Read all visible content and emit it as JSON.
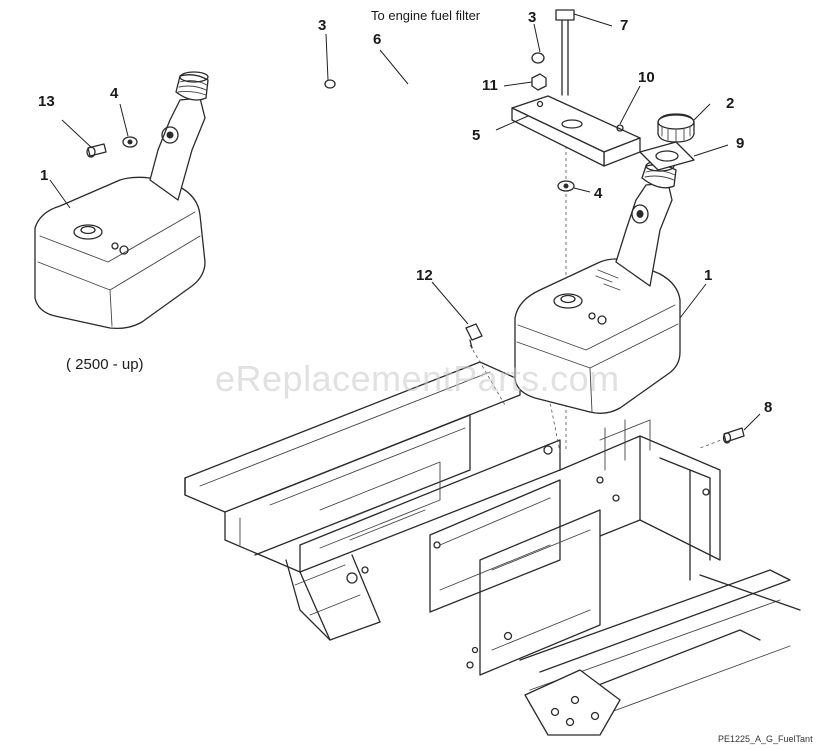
{
  "diagram": {
    "callouts": {
      "fuel_line_note": "To engine fuel filter",
      "variant_note": "( 2500 - up)",
      "drawing_ref": "PE1225_A_G_FuelTant"
    },
    "watermark": "eReplacementParts.com",
    "parts": [
      {
        "num": "1",
        "desc": "fuel tank (variant, left)"
      },
      {
        "num": "1",
        "desc": "fuel tank (main)"
      },
      {
        "num": "2",
        "desc": "fuel cap"
      },
      {
        "num": "3",
        "desc": "hose clamp (left)"
      },
      {
        "num": "3",
        "desc": "hose clamp (right)"
      },
      {
        "num": "4",
        "desc": "washer (left)"
      },
      {
        "num": "4",
        "desc": "washer (center)"
      },
      {
        "num": "5",
        "desc": "tank bracket"
      },
      {
        "num": "6",
        "desc": "fuel line"
      },
      {
        "num": "7",
        "desc": "bolt (top)"
      },
      {
        "num": "8",
        "desc": "bolt (frame)"
      },
      {
        "num": "9",
        "desc": "cap gasket"
      },
      {
        "num": "10",
        "desc": "bracket nut"
      },
      {
        "num": "11",
        "desc": "nut"
      },
      {
        "num": "12",
        "desc": "clip"
      },
      {
        "num": "13",
        "desc": "screw"
      }
    ]
  }
}
